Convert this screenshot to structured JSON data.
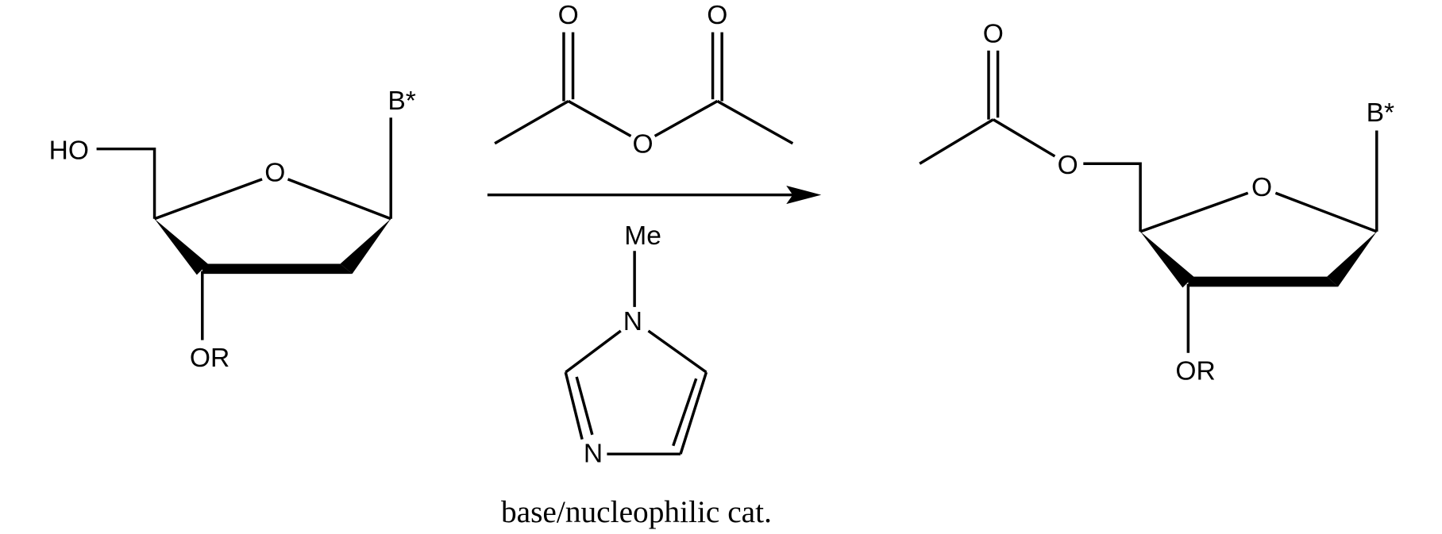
{
  "reactant": {
    "hydroxyl": "HO",
    "ring_oxygen": "O",
    "base": "B*",
    "ether": "OR"
  },
  "reagent": {
    "carbonyl_o1": "O",
    "carbonyl_o2": "O",
    "bridge_o": "O"
  },
  "catalyst": {
    "methyl": "Me",
    "n1": "N",
    "n3": "N"
  },
  "caption": "base/nucleophilic cat.",
  "product": {
    "carbonyl_o": "O",
    "ester_o": "O",
    "ring_oxygen": "O",
    "base": "B*",
    "ether": "OR"
  }
}
